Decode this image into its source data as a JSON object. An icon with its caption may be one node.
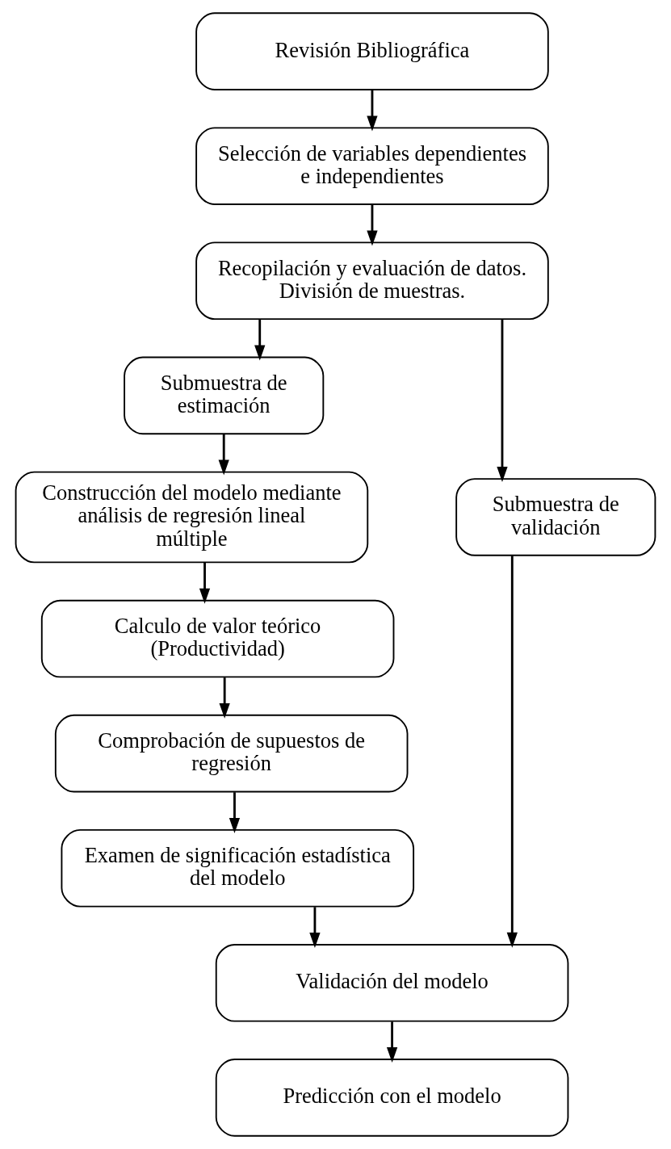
{
  "diagram": {
    "nodes": [
      {
        "text": [
          "Revisión Bibliográfica"
        ]
      },
      {
        "text": [
          "Selección de variables dependientes e independientes"
        ]
      },
      {
        "text": [
          "Recopilación y evaluación de datos. División de muestras."
        ]
      },
      {
        "text": [
          "Submuestra de estimación"
        ]
      },
      {
        "text": [
          "Submuestra de validación"
        ]
      },
      {
        "text": [
          "Construcción del modelo mediante análisis de regresión lineal múltiple"
        ]
      },
      {
        "text": [
          "Calculo de valor teórico (Productividad)"
        ]
      },
      {
        "text": [
          "Comprobación de supuestos de regresión"
        ]
      },
      {
        "text": [
          "Examen de significación estadística del modelo"
        ]
      },
      {
        "text": [
          "Validación del modelo"
        ]
      },
      {
        "text": [
          "Predicción con el modelo"
        ]
      }
    ],
    "edges": [
      {
        "from": 0,
        "to": 1,
        "arrow": "to"
      },
      {
        "from": 1,
        "to": 2,
        "arrow": "to"
      },
      {
        "from": 2,
        "to": 3,
        "arrow": "to"
      },
      {
        "from": 2,
        "to": 4,
        "arrow": "to"
      },
      {
        "from": 3,
        "to": 5,
        "arrow": "to"
      },
      {
        "from": 5,
        "to": 6,
        "arrow": "to"
      },
      {
        "from": 6,
        "to": 7,
        "arrow": "to"
      },
      {
        "from": 7,
        "to": 8,
        "arrow": "to"
      },
      {
        "from": 8,
        "to": 9,
        "arrow": "to"
      },
      {
        "from": 4,
        "to": 9,
        "arrow": "to"
      },
      {
        "from": 9,
        "to": 10,
        "arrow": "to"
      }
    ]
  }
}
